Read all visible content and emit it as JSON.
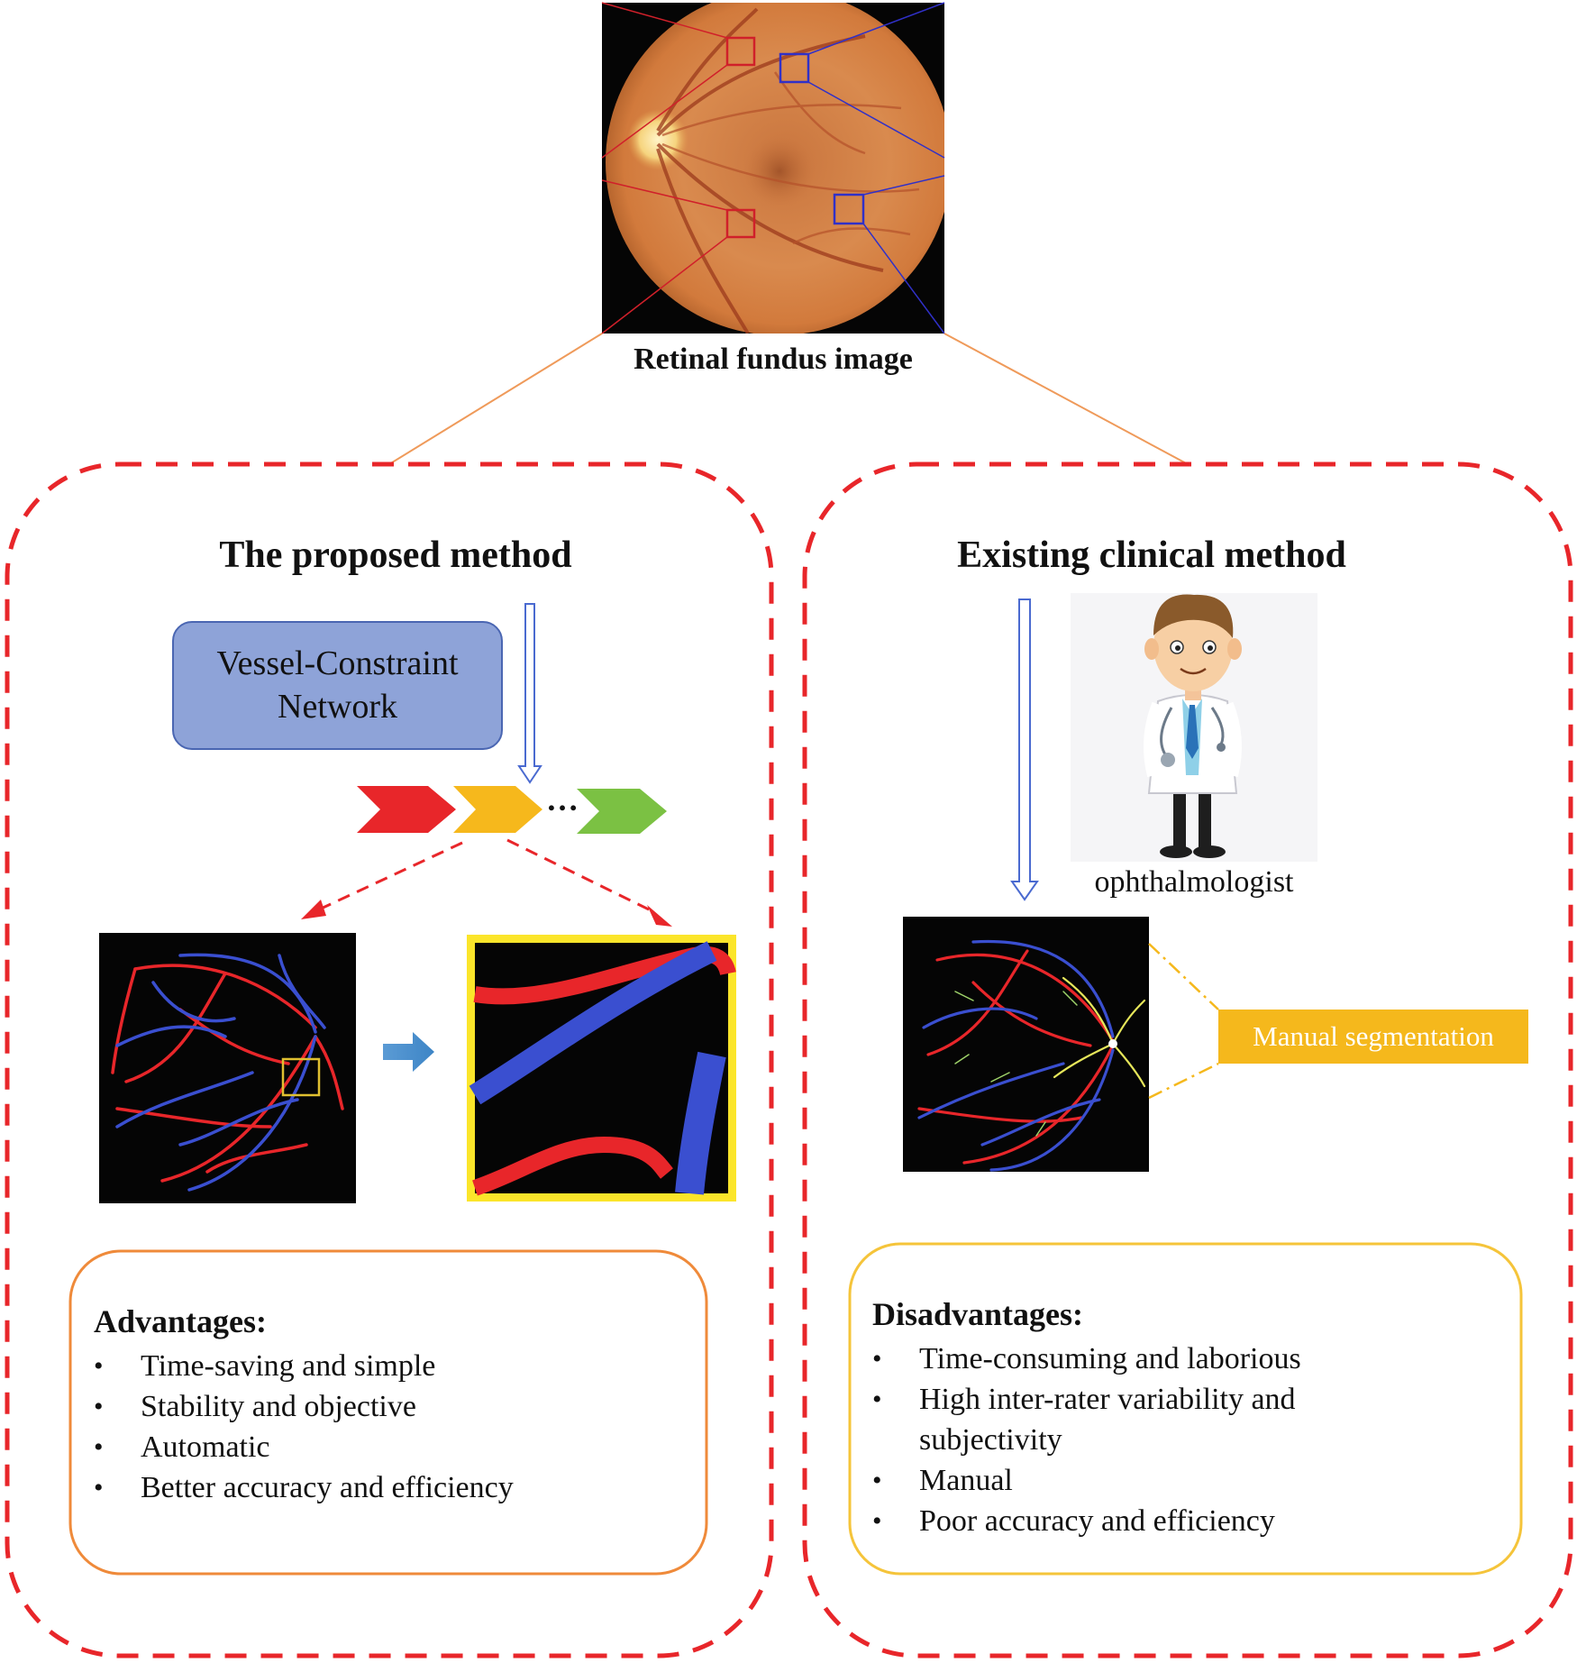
{
  "fundus": {
    "caption": "Retinal fundus image"
  },
  "left_panel": {
    "title": "The proposed method",
    "network_box": {
      "line1": "Vessel-Constraint",
      "line2": "Network"
    },
    "ellipsis": "…",
    "advantages": {
      "heading": "Advantages:",
      "items": [
        "Time-saving and simple",
        "Stability and objective",
        "Automatic",
        "Better accuracy and efficiency"
      ]
    }
  },
  "right_panel": {
    "title": "Existing clinical method",
    "doctor_label": "ophthalmologist",
    "manual_label": "Manual segmentation",
    "disadvantages": {
      "heading": "Disadvantages:",
      "items": [
        "Time-consuming and laborious",
        "High inter-rater variability and",
        "subjectivity",
        "Manual",
        "Poor accuracy and efficiency"
      ]
    }
  },
  "colors": {
    "dashed_border": "#e8262a",
    "artery_red": "#e8262a",
    "vein_blue": "#3a4fd0",
    "chevron_red": "#e8262a",
    "chevron_yellow": "#f6b81c",
    "chevron_green": "#7bc143",
    "advantages_border": "#ef8a3a",
    "disadvantages_border": "#f5c43a"
  }
}
